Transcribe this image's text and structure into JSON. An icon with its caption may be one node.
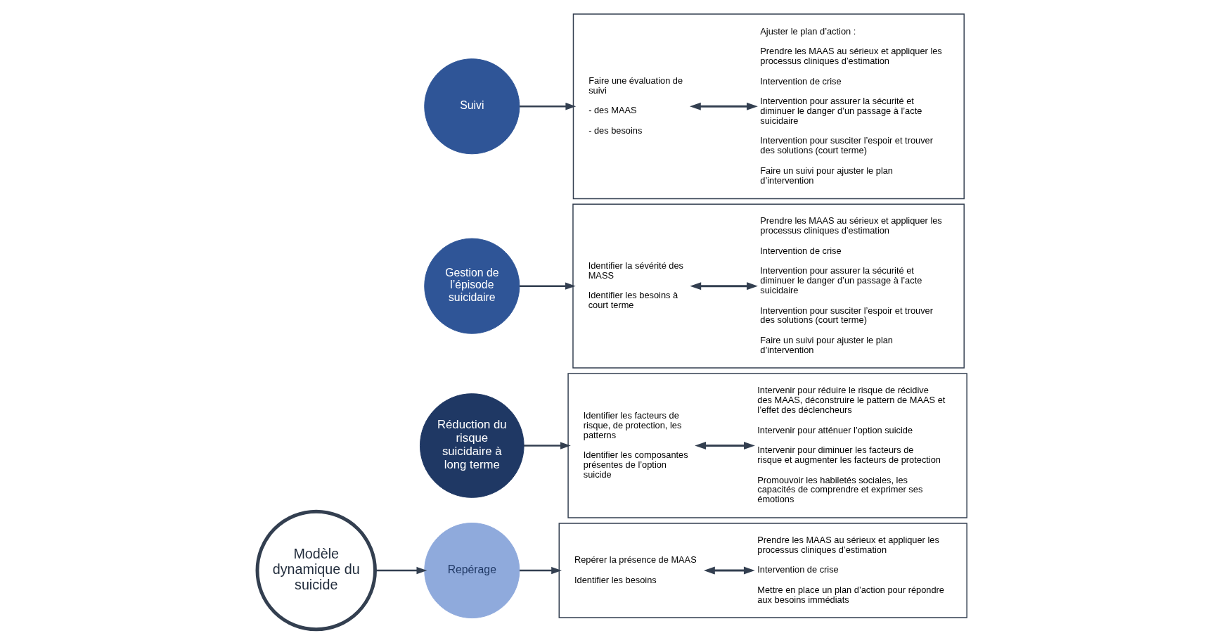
{
  "diagram": {
    "nodes": [
      {
        "text": [],
        "shape": "box"
      },
      {
        "text": [
          "Repérer la présence de MAAS",
          "Identifier les besoins"
        ],
        "in": 0
      },
      {
        "text": [
          "Prendre les MAAS au sérieux et appliquer les processus cliniques d’estimation",
          "Intervention de crise",
          "Mettre en place un plan d’action pour répondre aux besoins immédiats"
        ],
        "in": 0
      },
      {
        "text": [],
        "shape": "box"
      },
      {
        "text": [
          "Identifier les facteurs de risque, de protection, les patterns",
          "Identifier les composantes présentes de l’option suicide"
        ],
        "in": 3
      },
      {
        "text": [
          "Intervenir pour réduire le risque de récidive des MAAS, déconstruire le pattern de MAAS et l’effet des déclencheurs",
          "Intervenir pour atténuer l’option suicide",
          "Intervenir pour diminuer les facteurs de risque et augmenter les facteurs de protection",
          "Promouvoir les habiletés sociales, les capacités de comprendre et exprimer ses émotions"
        ],
        "in": 3
      },
      {
        "text": [
          "Modèle dynamique du suicide"
        ]
      },
      {
        "text": [
          "Repérage"
        ]
      },
      {
        "text": [
          "Réduction du risque suicidaire à long terme"
        ]
      },
      {
        "text": [
          "Gestion de l’épisode suicidaire"
        ]
      },
      {
        "text": [
          "Suivi"
        ]
      },
      {
        "text": [],
        "shape": "box"
      },
      {
        "text": [
          "Identifier la sévérité des MASS",
          "Identifier les besoins à court terme"
        ],
        "in": 11
      },
      {
        "text": [
          "Prendre les MAAS au sérieux et appliquer les processus cliniques d’estimation",
          "Intervention de crise",
          "Intervention pour assurer la sécurité et diminuer le danger d’un passage à l’acte suicidaire",
          "Intervention pour susciter l’espoir et trouver des solutions (court terme)",
          "Faire un suivi pour ajuster le plan d’intervention"
        ],
        "in": 11
      },
      {
        "text": [],
        "shape": "box"
      },
      {
        "text": [
          "Faire une évaluation de suivi",
          "- des MAAS",
          "- des besoins"
        ],
        "in": 14
      },
      {
        "text": [
          "Ajuster le plan d’action :",
          "Prendre les MAAS au sérieux et appliquer les processus cliniques d’estimation",
          "Intervention de crise",
          "Intervention pour assurer la sécurité et diminuer le danger d’un passage à l’acte suicidaire",
          "Intervention pour susciter l’espoir et trouver des solutions (court terme)",
          "Faire un suivi pour ajuster le plan d’intervention"
        ],
        "in": 14
      }
    ],
    "edges": [
      {
        "from": 6,
        "to": 7,
        "arrow": "to"
      },
      {
        "from": 7,
        "to": 0,
        "arrow": "to"
      },
      {
        "from": 1,
        "to": 2,
        "arrow": "both"
      },
      {
        "from": 8,
        "to": 3,
        "arrow": "to"
      },
      {
        "from": 4,
        "to": 5,
        "arrow": "both"
      },
      {
        "from": 9,
        "to": 11,
        "arrow": "to"
      },
      {
        "from": 12,
        "to": 13,
        "arrow": "both"
      },
      {
        "from": 10,
        "to": 14,
        "arrow": "to"
      },
      {
        "from": 15,
        "to": 16,
        "arrow": "both"
      }
    ]
  }
}
